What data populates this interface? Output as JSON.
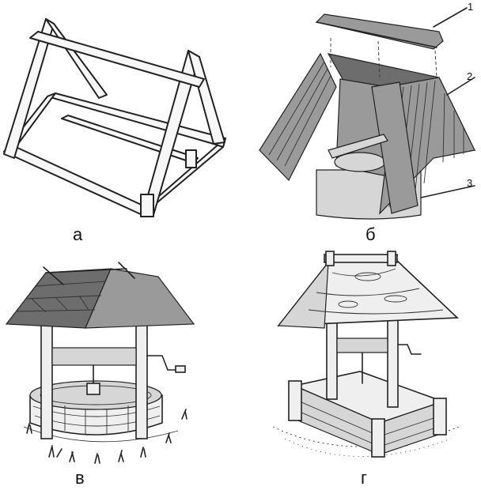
{
  "figure": {
    "panels": [
      {
        "id": "a",
        "caption": "а"
      },
      {
        "id": "b",
        "caption": "б",
        "callouts": [
          "1",
          "2",
          "3"
        ]
      },
      {
        "id": "v",
        "caption": "в"
      },
      {
        "id": "g",
        "caption": "г"
      }
    ]
  }
}
